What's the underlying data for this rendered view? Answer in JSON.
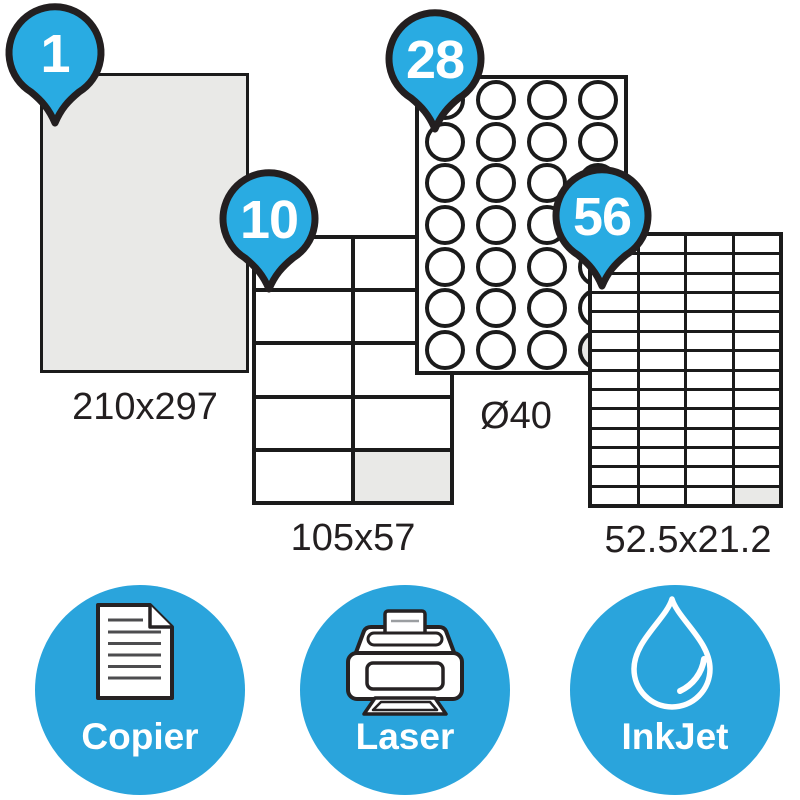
{
  "sheets": [
    {
      "badge_count": "1",
      "dimension_label": "210x297"
    },
    {
      "badge_count": "10",
      "dimension_label": "105x57",
      "grid": {
        "cols": 2,
        "rows": 5,
        "cell": "rect",
        "last_cell_gray": true
      }
    },
    {
      "badge_count": "28",
      "dimension_label": "Ø40",
      "grid": {
        "cols": 4,
        "rows": 7,
        "cell": "circle",
        "last_cell_gray": true
      }
    },
    {
      "badge_count": "56",
      "dimension_label": "52.5x21.2",
      "grid": {
        "cols": 4,
        "rows": 14,
        "cell": "rect",
        "last_cell_gray": true
      }
    }
  ],
  "compatibility": [
    {
      "label": "Copier",
      "icon": "document-icon"
    },
    {
      "label": "Laser",
      "icon": "laser-printer-icon"
    },
    {
      "label": "InkJet",
      "icon": "ink-droplet-icon"
    }
  ],
  "colors": {
    "badge_blue": "#29abe2",
    "feature_circle_blue": "#2aa4dc",
    "outline_dark": "#231f20",
    "sheet_gray": "#e9e9e7",
    "grid_line": "#1b1b1b"
  }
}
